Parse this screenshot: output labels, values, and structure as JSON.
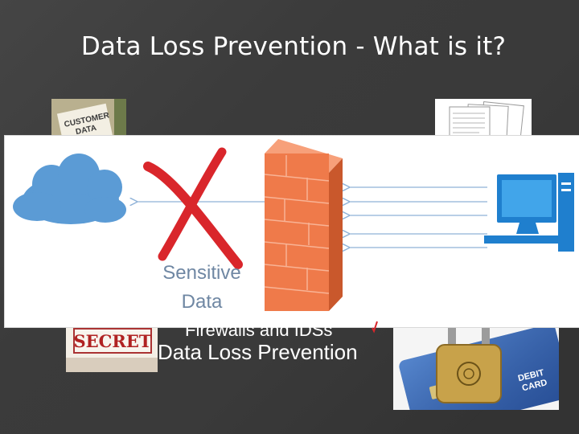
{
  "slide": {
    "title": "Data Loss Prevention -  What is it?",
    "diagram": {
      "sensitive_label_line1": "Sensitive",
      "sensitive_label_line2": "Data"
    },
    "bullets": {
      "firewalls": "Firewalls and IDSs",
      "dlp": "Data Loss Prevention"
    },
    "images": {
      "customer_data_text_line1": "CUSTOMER",
      "customer_data_text_line2": "DATA",
      "secret_stamp_text": "SECRET",
      "card_text_line1": "DEBIT",
      "card_text_line2": "CARD"
    },
    "colors": {
      "background": "#3a3a3a",
      "cloud": "#5b9bd5",
      "x_mark": "#d9262b",
      "firewall": "#ef7a4a",
      "computer": "#2c8fd6",
      "label": "#6f87a3",
      "arrows": "#8fb2d8"
    },
    "icons": [
      "cloud-icon",
      "x-mark-icon",
      "firewall-icon",
      "computer-icon",
      "padlock-icon"
    ]
  }
}
